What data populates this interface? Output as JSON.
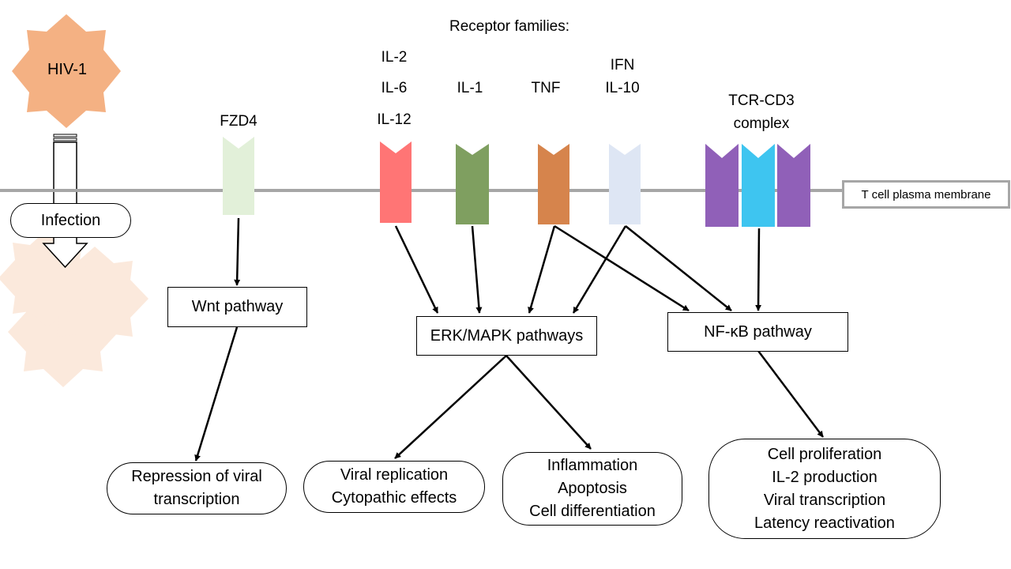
{
  "header": {
    "title": "Receptor families:"
  },
  "virus": {
    "label": "HIV-1",
    "infection_label": "Infection"
  },
  "membrane": {
    "label": "T cell plasma membrane"
  },
  "receptors": {
    "fzd4": "FZD4",
    "il2": "IL-2",
    "il6": "IL-6",
    "il12": "IL-12",
    "il1": "IL-1",
    "tnf": "TNF",
    "ifn": "IFN",
    "il10": "IL-10",
    "tcr_line1": "TCR-CD3",
    "tcr_line2": "complex"
  },
  "receptor_colors": {
    "fzd4": "#e2f0d9",
    "il": "#ff7575",
    "il1": "#7f9f60",
    "tnf": "#d6844c",
    "ifn": "#dee6f4",
    "tcr_purple": "#9060b8",
    "tcr_blue": "#3ec5f0"
  },
  "pathways": {
    "wnt": "Wnt pathway",
    "erk": "ERK/MAPK pathways",
    "nfkb": "NF-κB pathway"
  },
  "outcomes": {
    "wnt": [
      "Repression of viral",
      "transcription"
    ],
    "erk_left": [
      "Viral replication",
      "Cytopathic effects"
    ],
    "erk_right": [
      "Inflammation",
      "Apoptosis",
      "Cell differentiation"
    ],
    "nfkb": [
      "Cell proliferation",
      "IL-2 production",
      "Viral transcription",
      "Latency reactivation"
    ]
  },
  "colors": {
    "virus": "#f4b183",
    "membrane_line": "#a6a6a6"
  }
}
